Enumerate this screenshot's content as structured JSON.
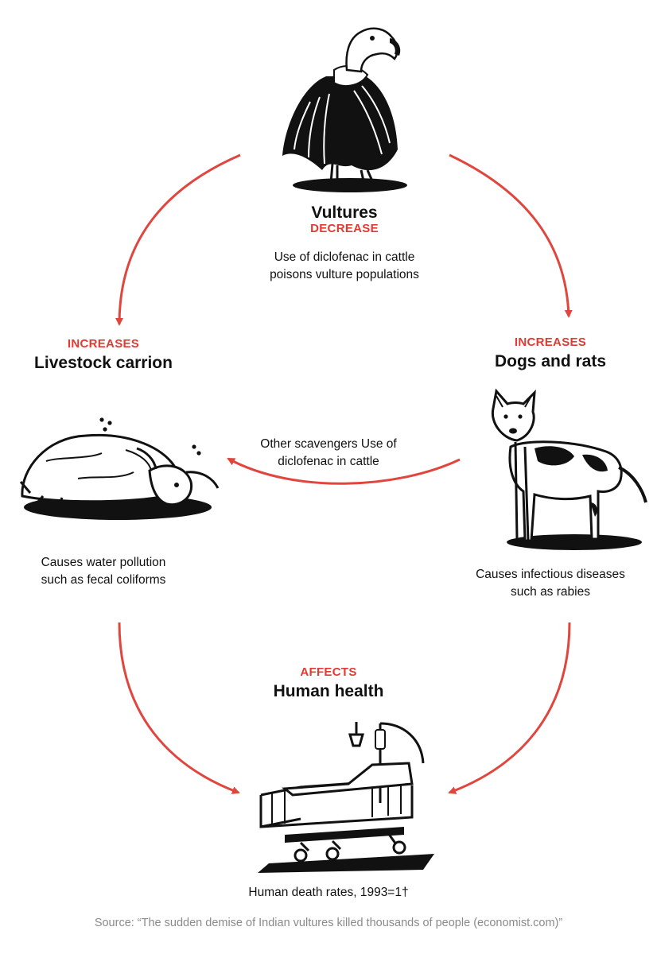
{
  "nodes": {
    "vultures": {
      "title": "Vultures",
      "tag": "DECREASE",
      "description_line1": "Use of diclofenac in cattle",
      "description_line2": "poisons vulture populations",
      "icon": "vulture-illustration"
    },
    "livestock": {
      "tag": "INCREASES",
      "title": "Livestock carrion",
      "description_line1": "Causes water pollution",
      "description_line2": "such as fecal coliforms",
      "icon": "cow-carcass-illustration"
    },
    "dogs": {
      "tag": "INCREASES",
      "title": "Dogs and rats",
      "description_line1": "Causes infectious diseases",
      "description_line2": "such as rabies",
      "icon": "dog-illustration"
    },
    "human": {
      "tag": "AFFECTS",
      "title": "Human health",
      "caption": "Human death rates, 1993=1†",
      "icon": "hospital-bed-illustration"
    }
  },
  "middle_arrow": {
    "label_line1": "Other scavengers Use of",
    "label_line2": "diclofenac in cattle"
  },
  "source": "Source: “The sudden demise of Indian vultures killed thousands of people (economist.com)”",
  "colors": {
    "arrow": "#e0463d",
    "accent_text": "#e03a32",
    "ink": "#111111",
    "source_text": "#8a8a8a"
  }
}
